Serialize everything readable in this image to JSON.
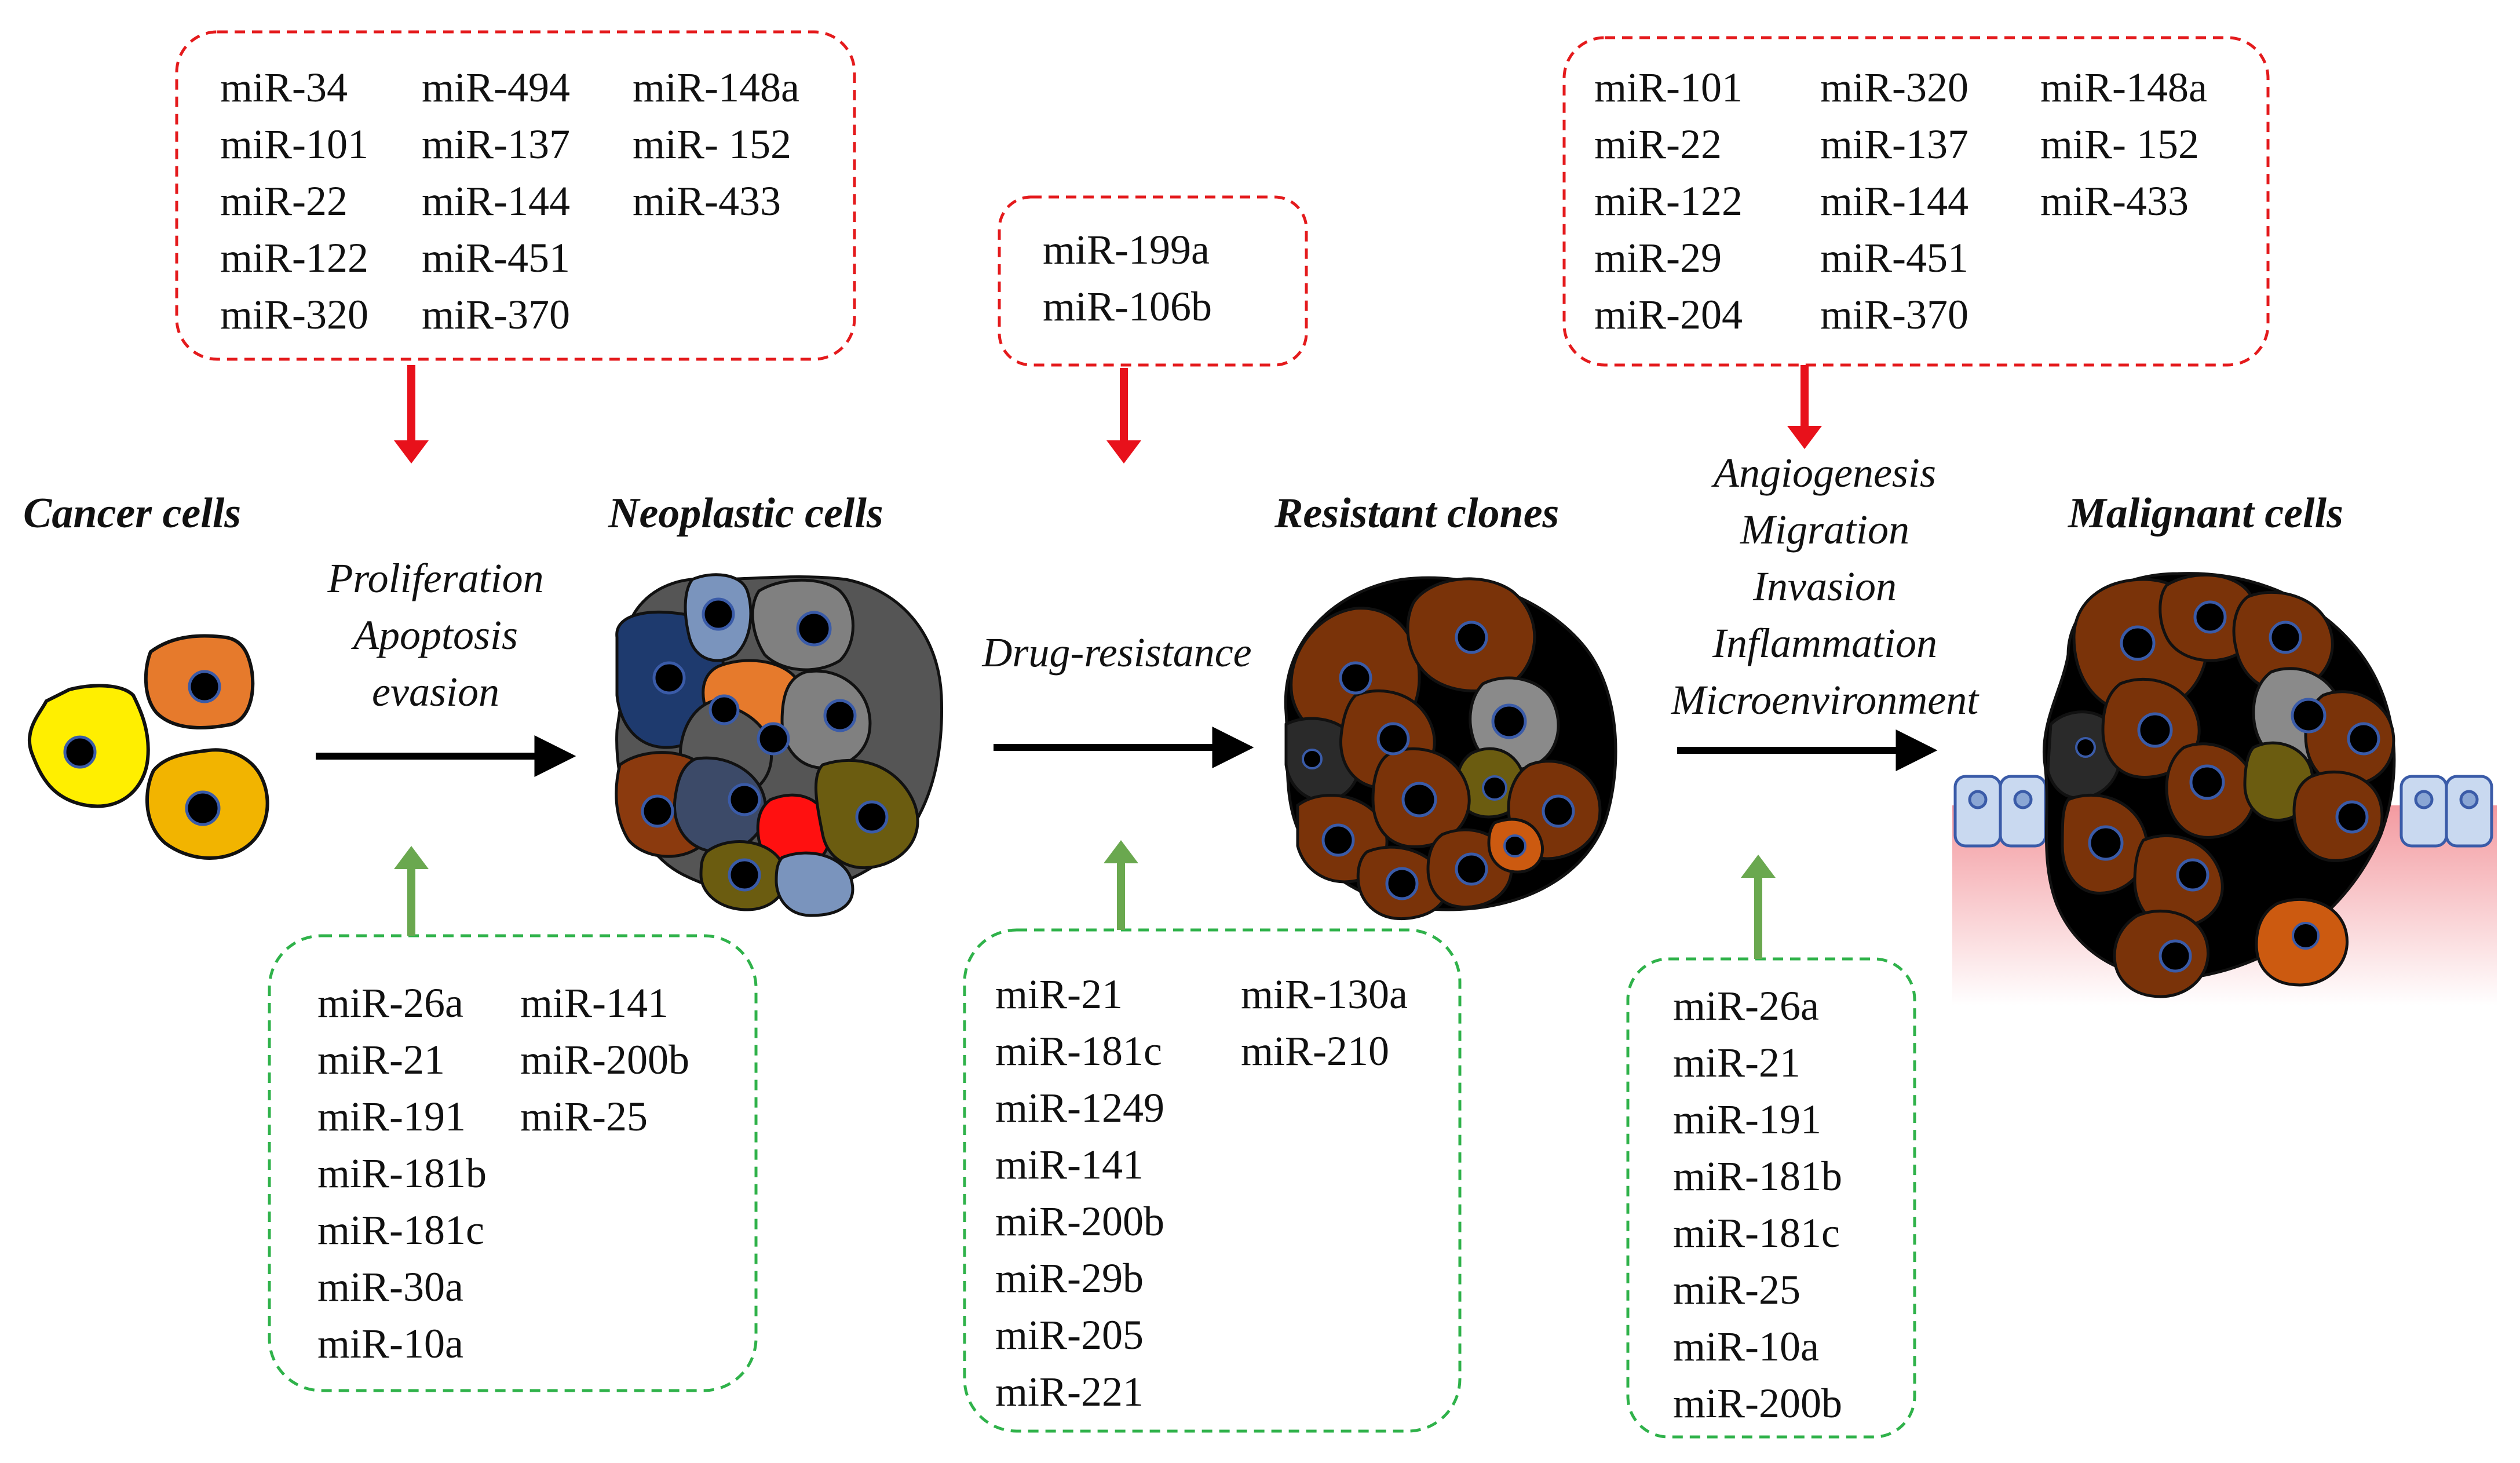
{
  "stages": [
    {
      "id": "cancer",
      "label": "Cancer cells"
    },
    {
      "id": "neoplastic",
      "label": "Neoplastic cells"
    },
    {
      "id": "resistant",
      "label": "Resistant clones"
    },
    {
      "id": "malignant",
      "label": "Malignant cells"
    }
  ],
  "processes": [
    {
      "id": "p1",
      "lines": [
        "Proliferation",
        "Apoptosis",
        "evasion"
      ]
    },
    {
      "id": "p2",
      "lines": [
        "Drug-resistance"
      ]
    },
    {
      "id": "p3",
      "lines": [
        "Angiogenesis",
        "Migration",
        "Invasion",
        "Inflammation",
        "Microenvironment"
      ]
    }
  ],
  "red_boxes": [
    {
      "id": "red1",
      "columns": [
        [
          "miR-34",
          "miR-101",
          "miR-22",
          "miR-122",
          "miR-320"
        ],
        [
          "miR-494",
          "miR-137",
          "miR-144",
          "miR-451",
          "miR-370"
        ],
        [
          "miR-148a",
          "miR- 152",
          "miR-433"
        ]
      ]
    },
    {
      "id": "red2",
      "columns": [
        [
          "miR-199a",
          "miR-106b"
        ]
      ]
    },
    {
      "id": "red3",
      "columns": [
        [
          "miR-101",
          "miR-22",
          "miR-122",
          "miR-29",
          "miR-204"
        ],
        [
          "miR-320",
          "miR-137",
          "miR-144",
          "miR-451",
          "miR-370"
        ],
        [
          "miR-148a",
          "miR- 152",
          "miR-433"
        ]
      ]
    }
  ],
  "green_boxes": [
    {
      "id": "green1",
      "columns": [
        [
          "miR-26a",
          "miR-21",
          "miR-191",
          "miR-181b",
          "miR-181c",
          "miR-30a",
          "miR-10a"
        ],
        [
          "miR-141",
          "miR-200b",
          "miR-25"
        ]
      ]
    },
    {
      "id": "green2",
      "columns": [
        [
          "miR-21",
          "miR-181c",
          "miR-1249",
          "miR-141",
          "miR-200b",
          "miR-29b",
          "miR-205",
          "miR-221"
        ],
        [
          "miR-130a",
          "miR-210"
        ]
      ]
    },
    {
      "id": "green3",
      "columns": [
        [
          "miR-26a",
          "miR-21",
          "miR-191",
          "miR-181b",
          "miR-181c",
          "miR-25",
          "miR-10a",
          "miR-200b"
        ]
      ]
    }
  ],
  "colors": {
    "inhibit_red": "#e8111b",
    "promote_green": "#6aa84f",
    "red_border": "#e41a1c",
    "green_border": "#2fb24a",
    "nucleus": "#000000",
    "nucleus_ring": "#3a5ba8",
    "brown_cell": "#7a3309",
    "tissue_pink": "#f7c6c8",
    "epithelium": "#c9d9f0"
  }
}
